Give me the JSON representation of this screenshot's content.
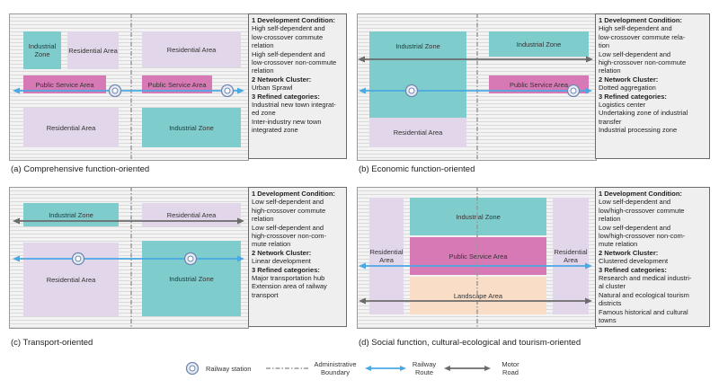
{
  "colors": {
    "industrial": "#7fcccd",
    "residential": "#e2d6ea",
    "public_service": "#d679b4",
    "landscape": "#f9ddc6",
    "railway": "#4aa9e3",
    "motor_road": "#6b6b6b",
    "boundary": "#9a9a9a"
  },
  "panels": [
    {
      "caption": "(a)  Comprehensive function-oriented",
      "zones": {
        "z1": "Industrial Zone",
        "z2": "Residential Area",
        "z3": "Residential Area",
        "z4": "Public Service Area",
        "z5": "Public Service Area",
        "z6": "Residential Area",
        "z7": "Industrial Zone"
      },
      "info": {
        "h1": "1 Development Condition:",
        "l1": [
          "High self-dependent and",
          "low-crossover commute",
          "relation",
          "High self-dependent and",
          "low-crossover non-commute",
          "relation"
        ],
        "h2": "2 Network Cluster:",
        "l2": [
          "Urban Sprawl"
        ],
        "h3": "3 Refined categories:",
        "l3": [
          "Industrial new town integrat-",
          "ed zone",
          "Inter-industry new town",
          "integrated zone"
        ]
      }
    },
    {
      "caption": "(b)  Economic function-oriented",
      "zones": {
        "z1": "Industrial Zone",
        "z2": "Industrial Zone",
        "z3": "Public Service Area",
        "z4": "Residential Area"
      },
      "info": {
        "h1": "1 Development Condition:",
        "l1": [
          "High self-dependent and",
          "low-crossover commute rela-",
          "tion",
          "Low self-dependent and",
          "high-crossover non-commute",
          "relation"
        ],
        "h2": "2 Network Cluster:",
        "l2": [
          "Dotted aggregation"
        ],
        "h3": "3 Refined categories:",
        "l3": [
          "Logistics center",
          "Undertaking zone of industrial",
          "transfer",
          "Industrial processing zone"
        ]
      }
    },
    {
      "caption": "(c)  Transport-oriented",
      "zones": {
        "z1": "Industrial Zone",
        "z2": "Residential Area",
        "z3": "Residential Area",
        "z4": "Industrial Zone"
      },
      "info": {
        "h1": "1 Development Condition:",
        "l1": [
          "Low self-dependent and",
          "high-crossover commute",
          "relation",
          "Low self-dependent and",
          "high-crossover non-com-",
          "mute relation"
        ],
        "h2": "2 Network Cluster:",
        "l2": [
          "Linear development"
        ],
        "h3": "3 Refined categories:",
        "l3": [
          "Major transportation hub",
          "Extension area of railway",
          "transport"
        ]
      }
    },
    {
      "caption": "(d)  Social function, cultural-ecological and tourism-oriented",
      "zones": {
        "z1": "Residential Area",
        "z2": "Industrial Zone",
        "z3": "Public Service Area",
        "z4": "Landscape Area",
        "z5": "Residential Area"
      },
      "info": {
        "h1": "1 Development Condition:",
        "l1": [
          "Low self-dependent and",
          "low/high-crossover commute",
          "relation",
          "Low self-dependent and",
          "low/high-crossover non-com-",
          "mute relation"
        ],
        "h2": "2 Network Cluster:",
        "l2": [
          "Clustered development"
        ],
        "h3": "3 Refined categories:",
        "l3": [
          "Research and medical industri-",
          "al cluster",
          "Natural and ecological tourism",
          "districts",
          "Famous historical and cultural",
          "towns"
        ]
      }
    }
  ],
  "legend": {
    "station": "Railway station",
    "boundary": "Administrative Boundary",
    "railway": "Railway Route",
    "road": "Motor Road"
  }
}
